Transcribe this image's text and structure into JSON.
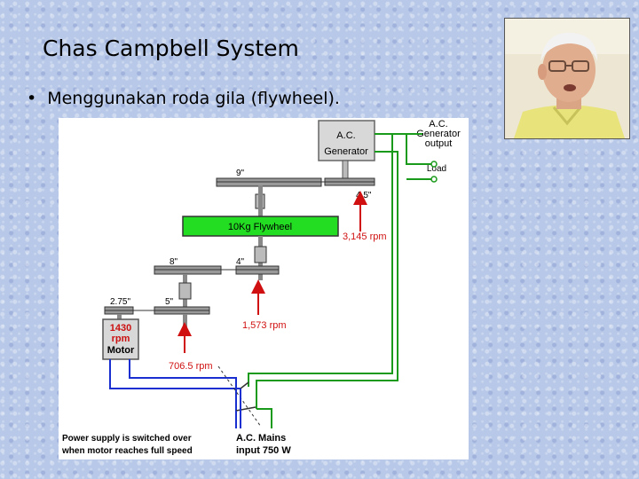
{
  "slide": {
    "title": "Chas Campbell System",
    "bullet": "Menggunakan roda gila (flywheel)."
  },
  "diagram": {
    "generator_label_1": "A.C.",
    "generator_label_2": "Generator",
    "output_label_1": "A.C.",
    "output_label_2": "Generator",
    "output_label_3": "output",
    "load_label": "Load",
    "pulley_9": "9\"",
    "pulley_4_5": "4.5\"",
    "flywheel_label": "10Kg Flywheel",
    "rpm_top": "3,145 rpm",
    "pulley_8": "8\"",
    "pulley_4": "4\"",
    "pulley_2_75": "2.75\"",
    "pulley_5": "5\"",
    "rpm_mid": "1,573 rpm",
    "motor_rpm_value": "1430",
    "motor_rpm_unit": "rpm",
    "motor_label": "Motor",
    "rpm_low": "706.5 rpm",
    "power_note_1": "Power supply is switched over",
    "power_note_2": "when motor reaches full speed",
    "mains_label_1": "A.C.  Mains",
    "mains_label_2": "input  750 W"
  },
  "colors": {
    "flywheel": "#22dd22",
    "wire_green": "#1a9a1a",
    "wire_blue": "#1a2fd0",
    "arrow_red": "#d01010",
    "motor_text": "#cc1010"
  }
}
